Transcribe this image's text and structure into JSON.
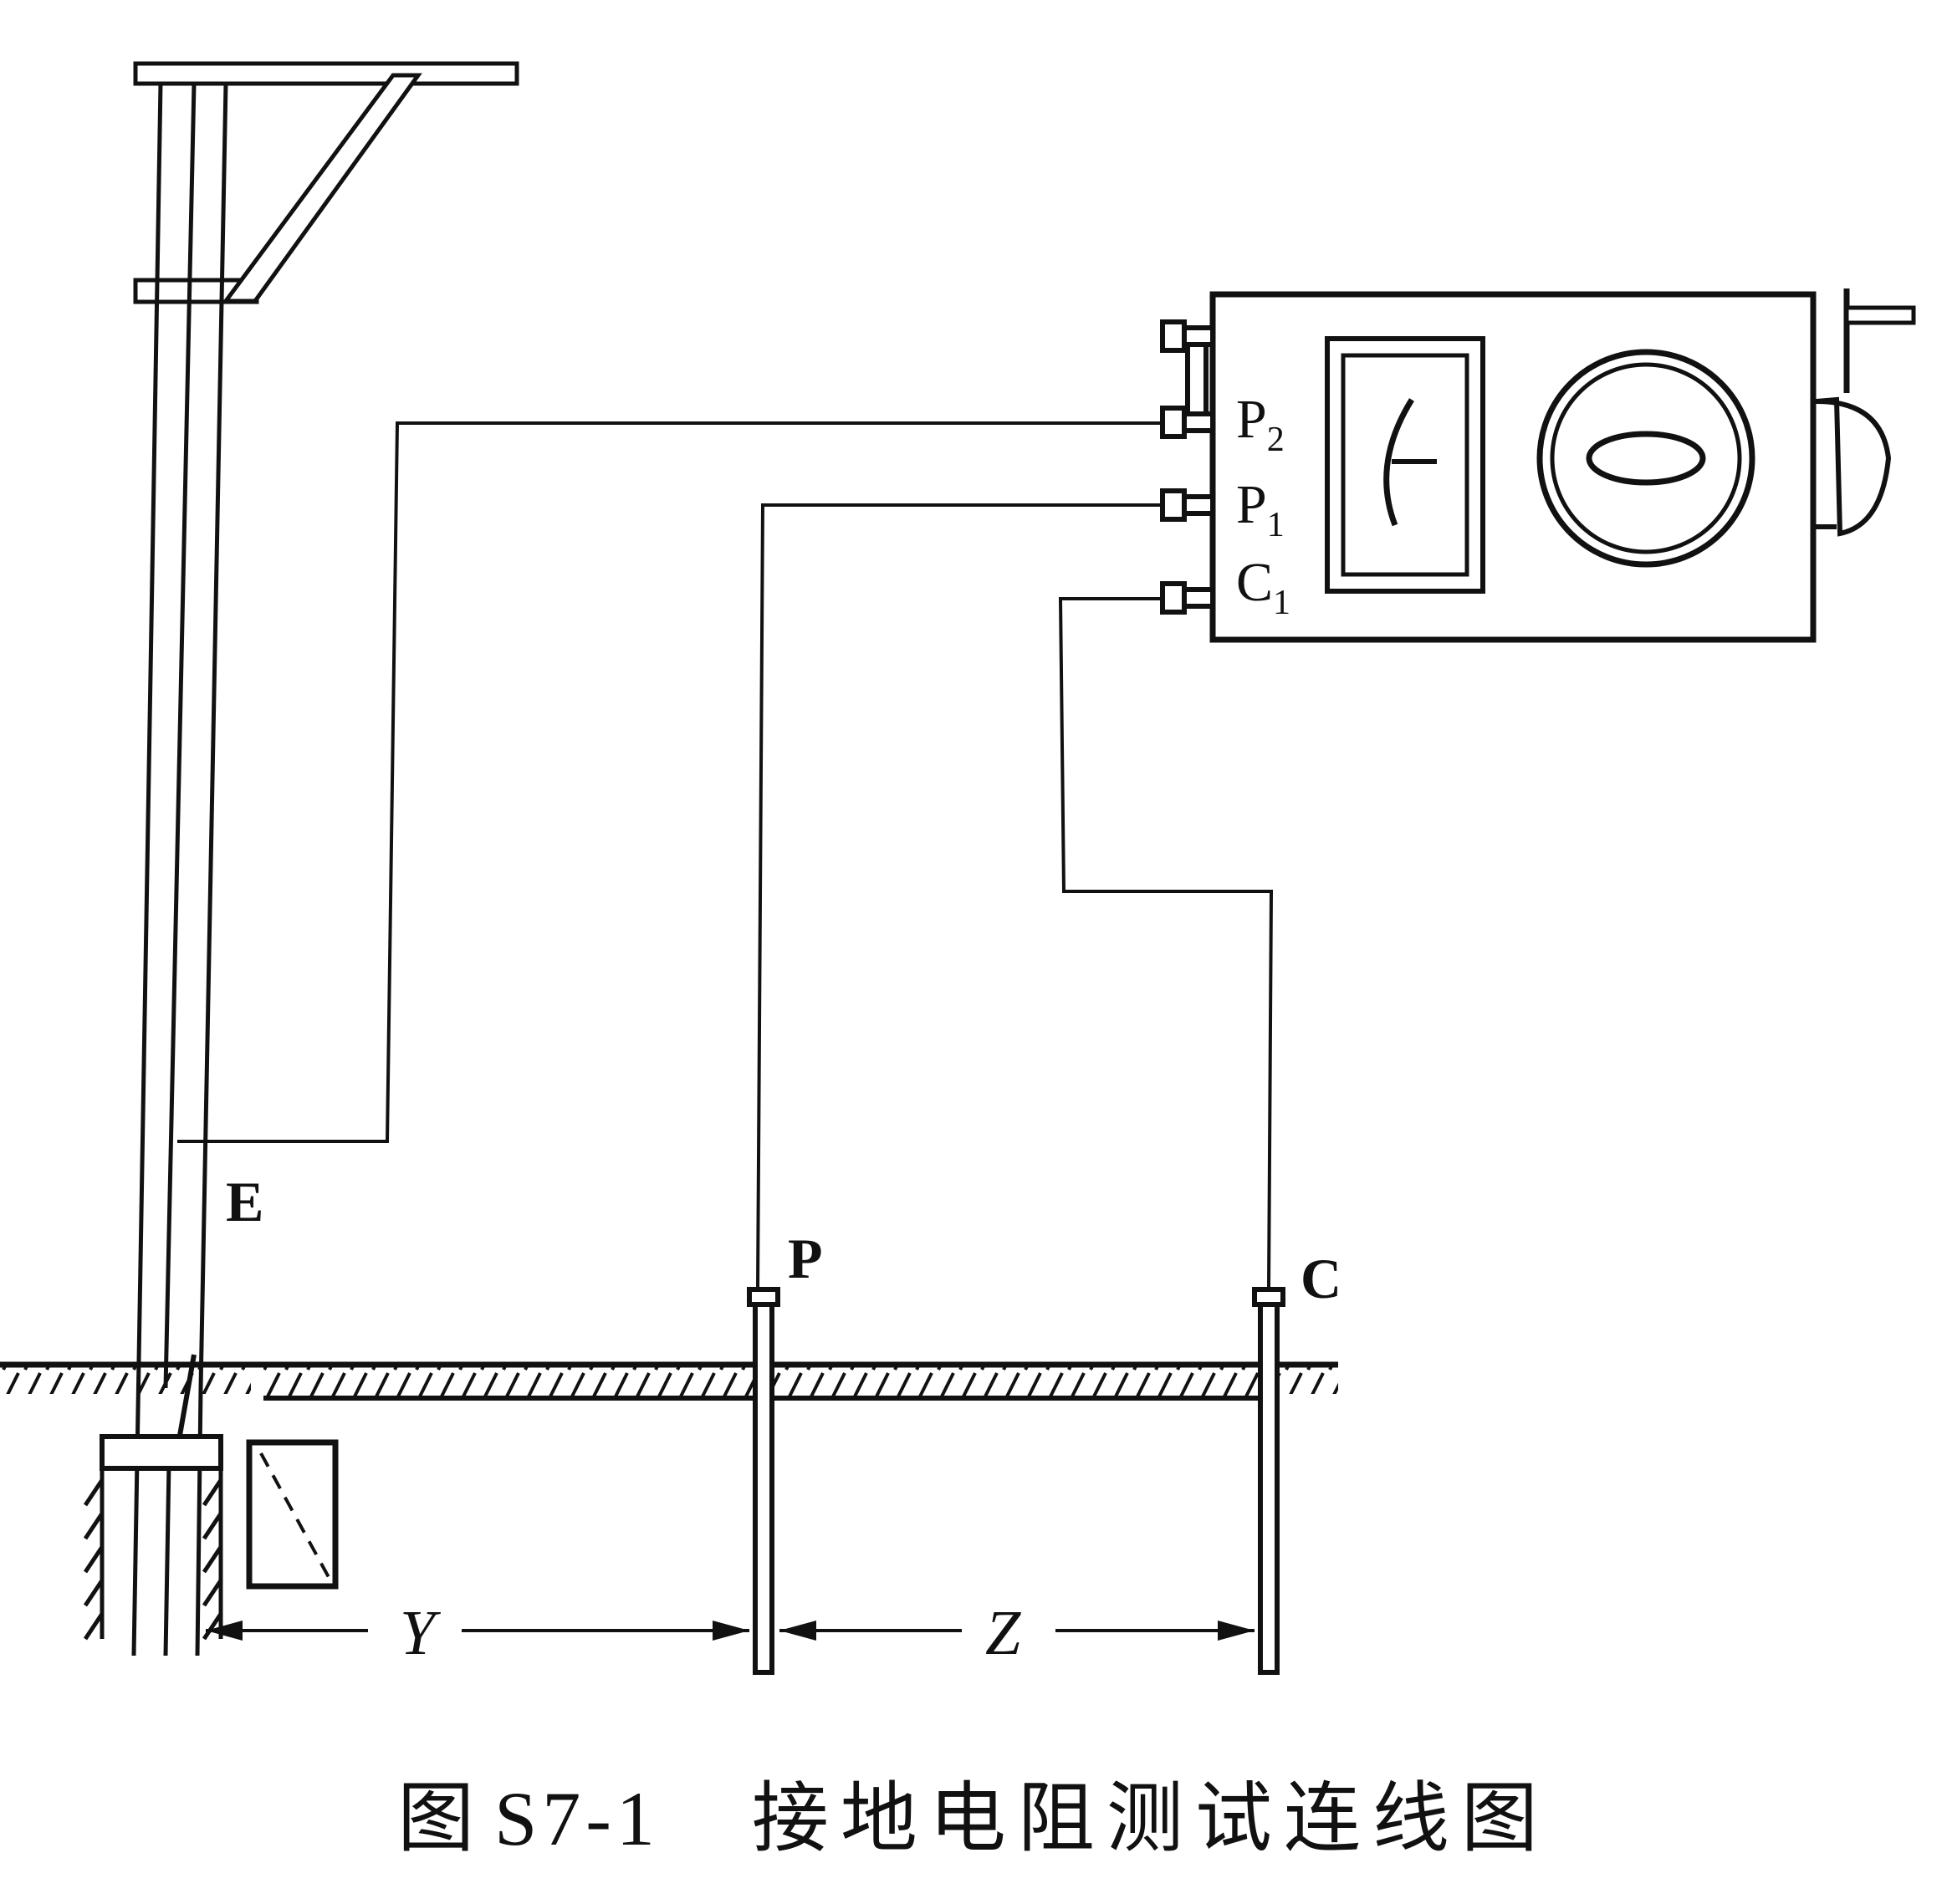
{
  "terminals": {
    "p2": "P",
    "p2_sub": "2",
    "p1": "P",
    "p1_sub": "1",
    "c1": "C",
    "c1_sub": "1"
  },
  "points": {
    "e": "E",
    "p": "P",
    "c": "C"
  },
  "distances": {
    "y": "Y",
    "z": "Z"
  },
  "caption": {
    "prefix": "图",
    "number": "S7-1",
    "text": "接地电阻测试连线图"
  }
}
